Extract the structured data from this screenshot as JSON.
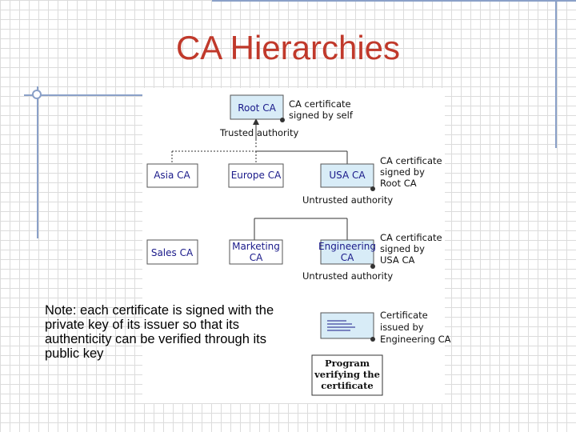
{
  "slide": {
    "title": "CA Hierarchies",
    "note": "Note: each certificate is signed with the private key of its issuer so that its authenticity can be verified through its public key"
  },
  "diagram": {
    "root_ca": "Root CA",
    "root_cert_line1": "CA certificate",
    "root_cert_line2": "signed by self",
    "trusted_authority": "Trusted authority",
    "asia_ca": "Asia CA",
    "europe_ca": "Europe CA",
    "usa_ca": "USA CA",
    "usa_cert_line1": "CA certificate",
    "usa_cert_line2": "signed by",
    "usa_cert_line3": "Root CA",
    "untrusted_authority_1": "Untrusted authority",
    "sales_ca": "Sales CA",
    "marketing_ca_line1": "Marketing",
    "marketing_ca_line2": "CA",
    "engineering_ca_line1": "Engineering",
    "engineering_ca_line2": "CA",
    "eng_cert_line1": "CA certificate",
    "eng_cert_line2": "signed by",
    "eng_cert_line3": "USA CA",
    "untrusted_authority_2": "Untrusted authority",
    "cert_line1": "Certificate",
    "cert_line2": "issued by",
    "cert_line3": "Engineering CA",
    "program_line1": "Program",
    "program_line2": "verifying the",
    "program_line3": "certificate"
  },
  "colors": {
    "title": "#c0392b",
    "box_fill": "#d8ecf7",
    "box_text": "#1a1a8a",
    "accent_lines": "#8aa0c8"
  }
}
